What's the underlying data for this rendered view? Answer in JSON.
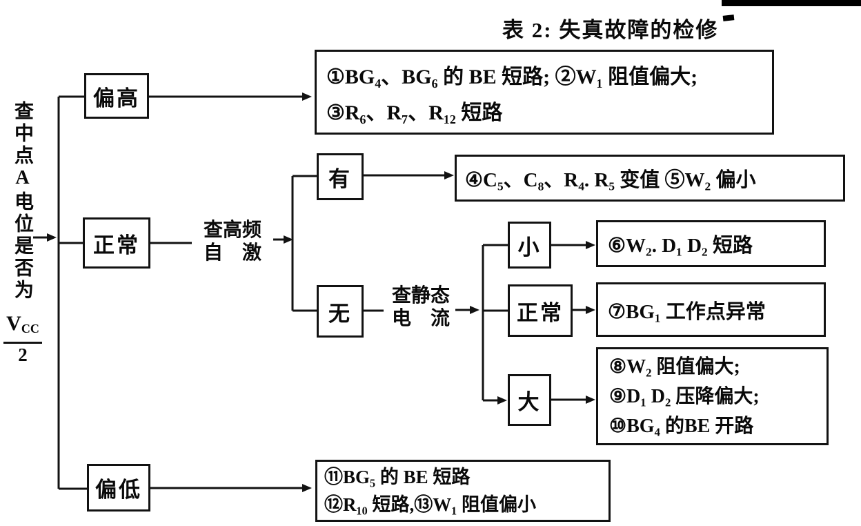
{
  "title": "表 2: 失真故障的检修",
  "root": {
    "question_vertical": "查中点A电位是否为",
    "fraction": {
      "numerator_main": "V",
      "numerator_sub": "CC",
      "denominator": "2"
    }
  },
  "level1": {
    "high": "偏高",
    "normal": "正常",
    "low": "偏低"
  },
  "checks": {
    "hf_line1": "查高频",
    "hf_line2": "自　激",
    "static_line1": "查静态",
    "static_line2": "电　流"
  },
  "level2": {
    "yes": "有",
    "no": "无"
  },
  "level3": {
    "small": "小",
    "normal": "正常",
    "large": "大"
  },
  "results": {
    "r1": {
      "line1": "①BG₄、BG₆ 的 BE 短路; ②W₁ 阻值偏大;",
      "line2": "③R₆、R₇、R₁₂ 短路"
    },
    "r2": {
      "line1": "④C₅、C₈、R₄. R₅ 变值 ⑤W₂ 偏小"
    },
    "r3": {
      "line1": "⑥W₂. D₁ D₂ 短路"
    },
    "r4": {
      "line1": "⑦BG₁ 工作点异常"
    },
    "r5": {
      "line1": "⑧W₂ 阻值偏大;",
      "line2": "⑨D₁ D₂ 压降偏大;",
      "line3": "⑩BG₄ 的BE 开路"
    },
    "r6": {
      "line1": "⑪BG₅ 的 BE 短路",
      "line2": "⑫R₁₀ 短路,⑬W₁ 阻值偏小"
    }
  }
}
